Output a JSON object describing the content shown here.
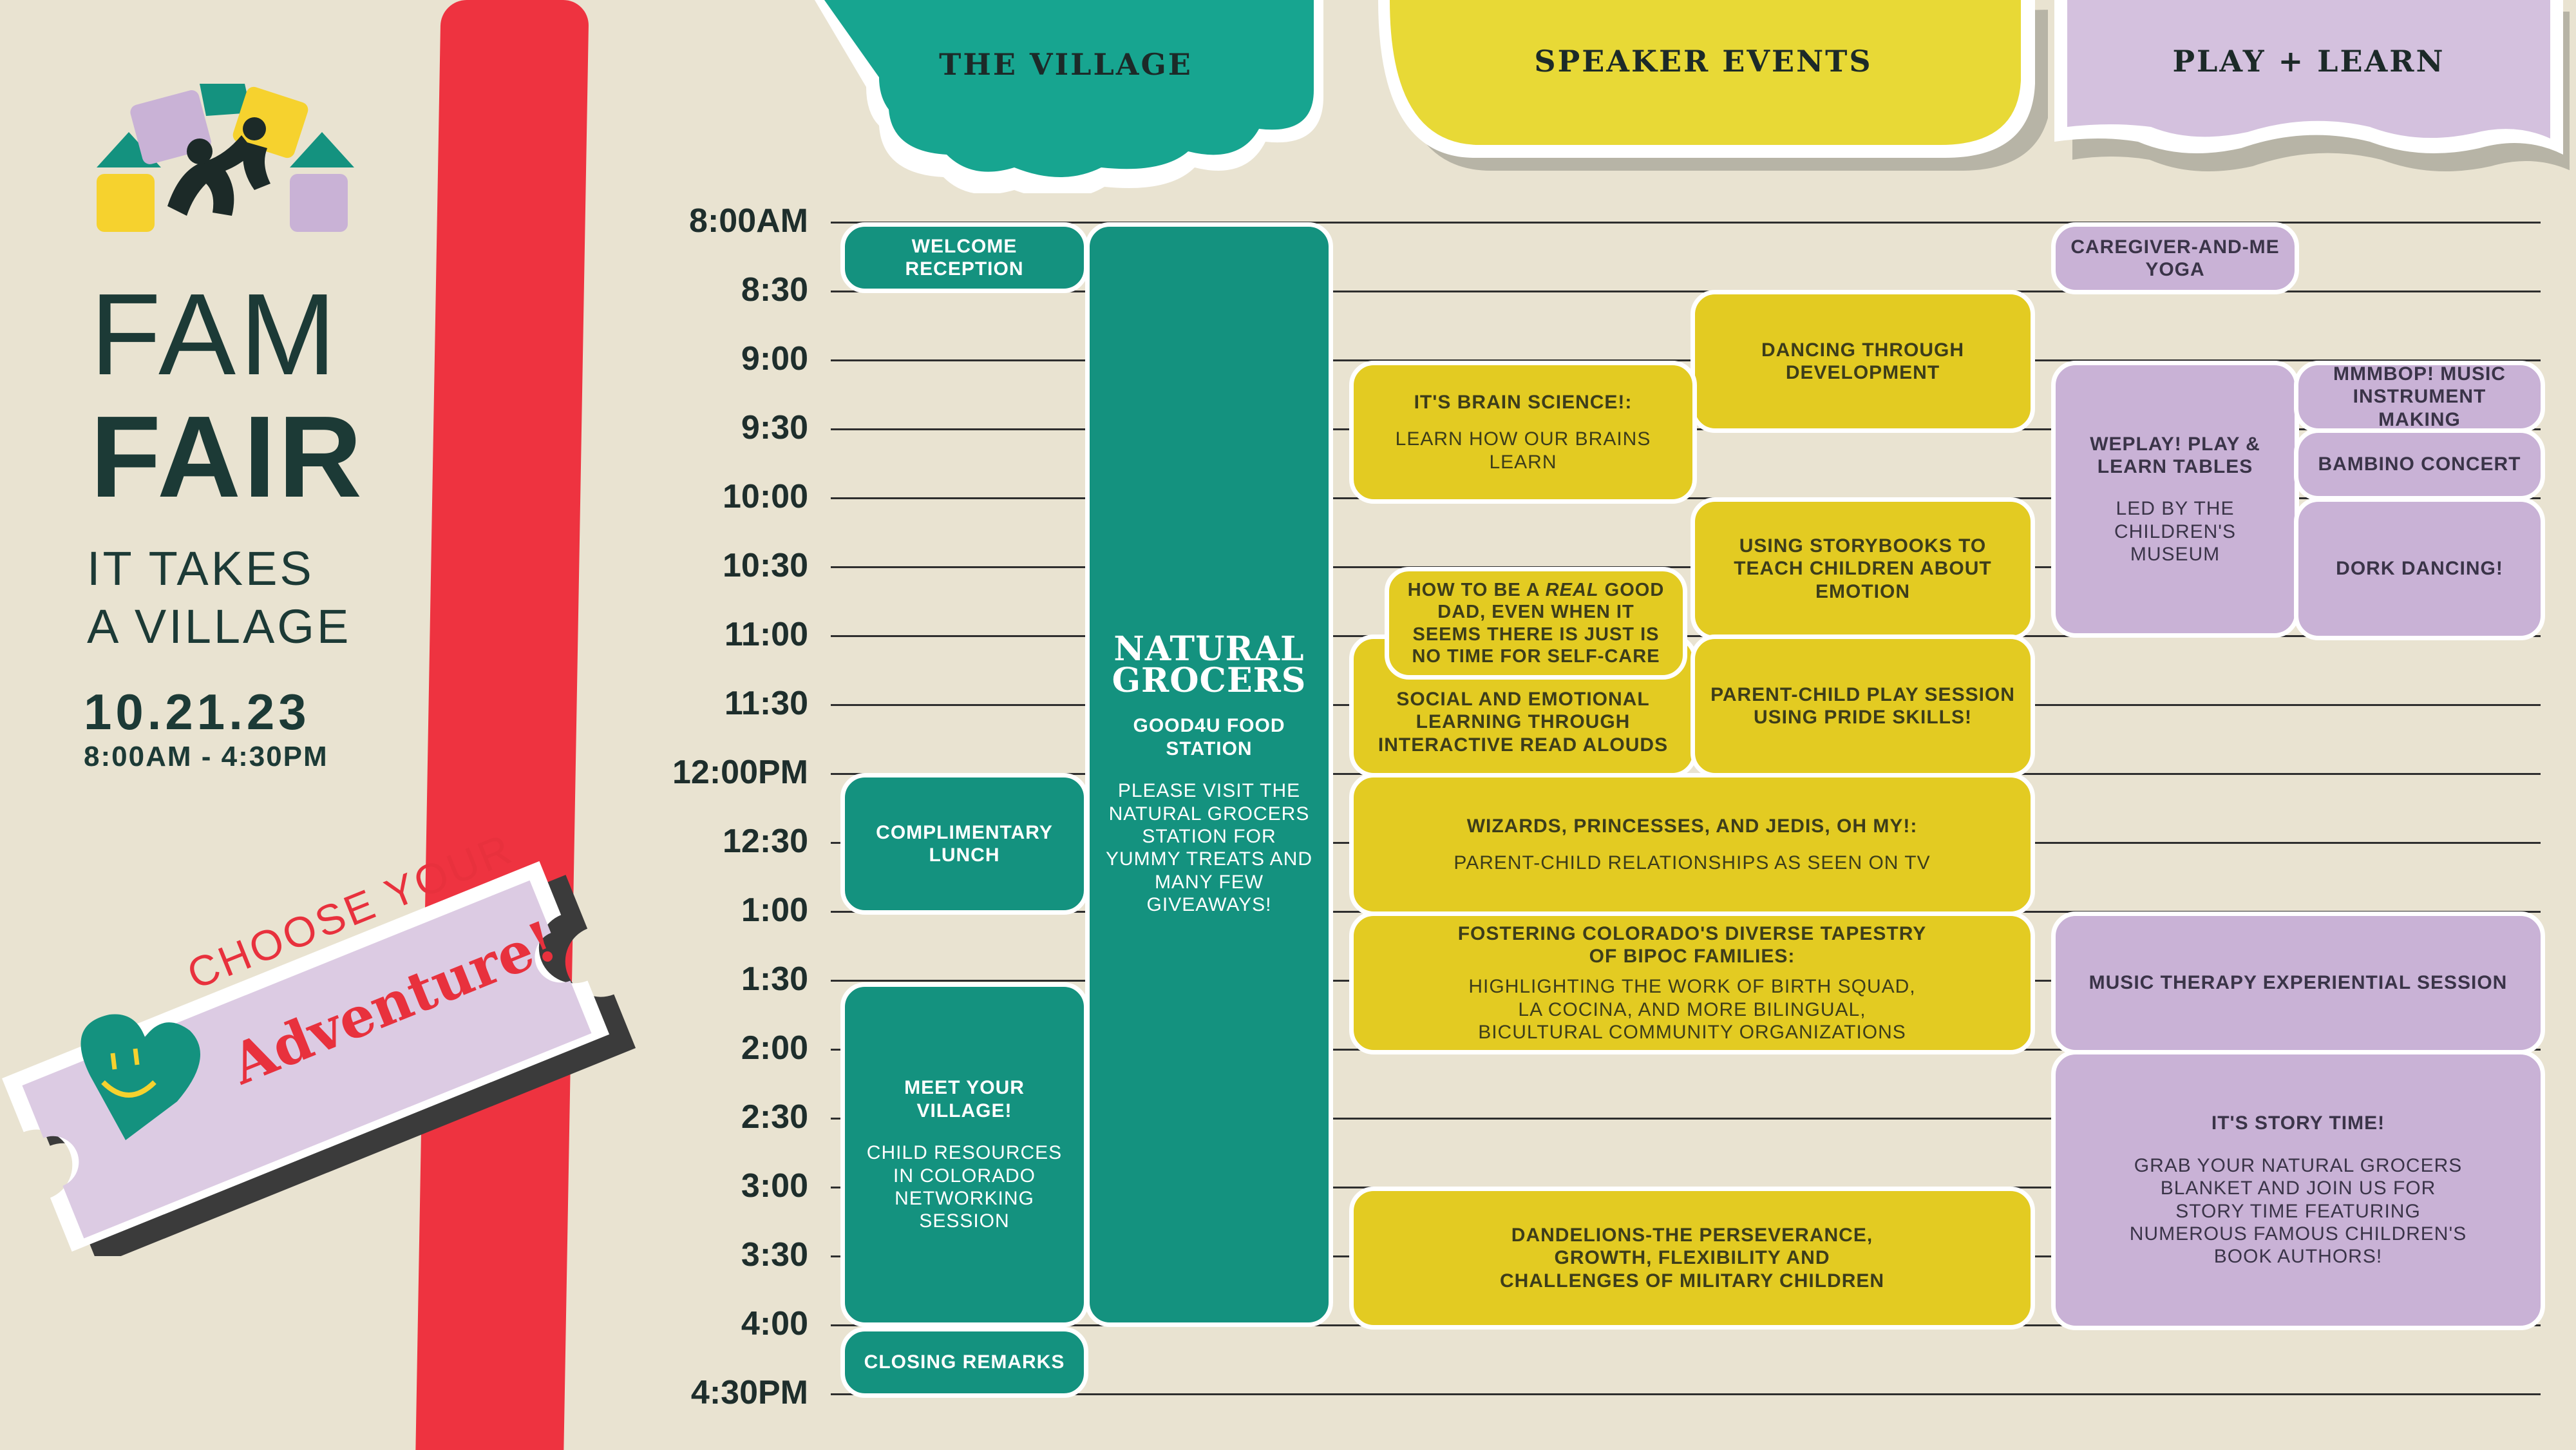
{
  "brand": {
    "title_line1": "FAM",
    "title_line2": "FAIR",
    "tagline_line1": "IT TAKES",
    "tagline_line2": "A VILLAGE",
    "date": "10.21.23",
    "hours": "8:00AM - 4:30PM",
    "ticket_line1": "CHOOSE YOUR",
    "ticket_line2": "Adventure!"
  },
  "columns": {
    "village": "THE VILLAGE",
    "speaker": "SPEAKER EVENTS",
    "play": "PLAY + LEARN"
  },
  "times": [
    "8:00AM",
    "8:30",
    "9:00",
    "9:30",
    "10:00",
    "10:30",
    "11:00",
    "11:30",
    "12:00PM",
    "12:30",
    "1:00",
    "1:30",
    "2:00",
    "2:30",
    "3:00",
    "3:30",
    "4:00",
    "4:30PM"
  ],
  "village": {
    "welcome": "WELCOME RECEPTION",
    "lunch": "COMPLIMENTARY LUNCH",
    "meet_title": "MEET YOUR VILLAGE!",
    "meet_sub": "CHILD RESOURCES IN COLORADO NETWORKING SESSION",
    "closing": "CLOSING REMARKS",
    "ng_logo_1": "NATURAL",
    "ng_logo_2": "GROCERS",
    "food_title": "GOOD4U FOOD STATION",
    "food_sub": "PLEASE VISIT THE NATURAL GROCERS STATION FOR YUMMY TREATS AND MANY FEW GIVEAWAYS!"
  },
  "speaker": {
    "dancing": "DANCING THROUGH DEVELOPMENT",
    "brain_title": "IT'S BRAIN SCIENCE!:",
    "brain_sub": "LEARN HOW OUR BRAINS LEARN",
    "storybooks": "USING STORYBOOKS TO TEACH CHILDREN ABOUT EMOTION",
    "dad_pre": "HOW TO BE A ",
    "dad_em": "REAL",
    "dad_post": " GOOD DAD, EVEN WHEN IT SEEMS THERE IS JUST IS NO TIME FOR SELF-CARE",
    "social": "SOCIAL AND EMOTIONAL LEARNING THROUGH INTERACTIVE READ ALOUDS",
    "pride": "PARENT-CHILD PLAY SESSION USING PRIDE SKILLS!",
    "wizards_title": "WIZARDS, PRINCESSES, AND JEDIS, OH MY!:",
    "wizards_sub": "PARENT-CHILD RELATIONSHIPS AS SEEN ON TV",
    "fostering_title": "FOSTERING COLORADO'S DIVERSE TAPESTRY OF BIPOC FAMILIES:",
    "fostering_sub": "HIGHLIGHTING THE WORK OF BIRTH SQUAD, LA COCINA, AND MORE BILINGUAL, BICULTURAL COMMUNITY ORGANIZATIONS",
    "dandelions": "DANDELIONS-THE PERSEVERANCE, GROWTH, FLEXIBILITY AND CHALLENGES OF MILITARY CHILDREN"
  },
  "play": {
    "yoga": "CAREGIVER-AND-ME YOGA",
    "weplay_title": "WEPLAY! PLAY & LEARN TABLES",
    "weplay_sub": "LED BY THE CHILDREN'S MUSEUM",
    "mmmbop": "MMMBOP! MUSIC INSTRUMENT MAKING",
    "bambino": "BAMBINO CONCERT",
    "dork": "DORK DANCING!",
    "music_therapy": "MUSIC THERAPY EXPERIENTIAL SESSION",
    "story_title": "IT'S STORY TIME!",
    "story_sub": "GRAB YOUR NATURAL GROCERS BLANKET AND JOIN US FOR STORY TIME FEATURING NUMEROUS FAMOUS CHILDREN'S BOOK AUTHORS!"
  },
  "colors": {
    "teal": "#14927f",
    "yellow": "#e3cb22",
    "purple": "#c9b2d6",
    "red": "#ee3340",
    "background": "#e9e3d1"
  }
}
